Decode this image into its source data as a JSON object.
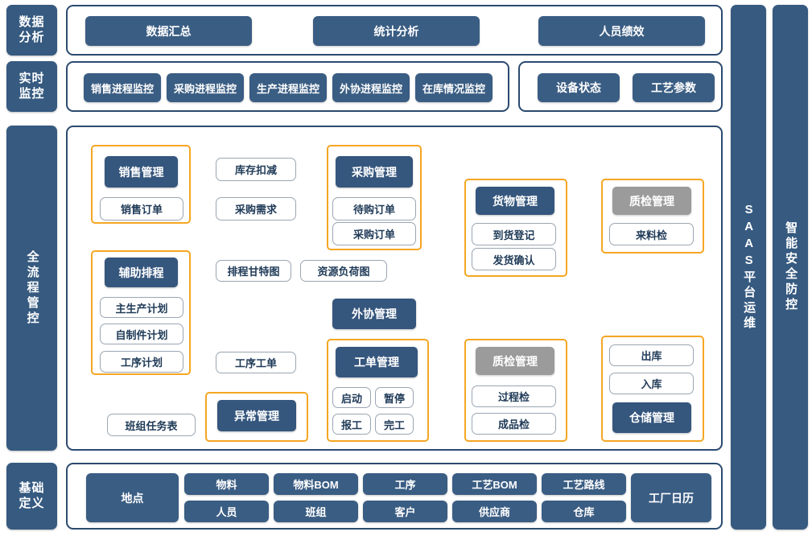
{
  "colors": {
    "navy": "#2b4a6f",
    "chip_blue": "#365a80",
    "node_dark": "#35567d",
    "node_gray": "#9b9b9b",
    "group_orange": "#f5a623",
    "arrow_green": "#1aa67e",
    "white": "#ffffff"
  },
  "bands": {
    "data_analysis": {
      "label": "数据\n分析",
      "label_line1": "数据",
      "label_line2": "分析",
      "items": [
        "数据汇总",
        "统计分析",
        "人员绩效"
      ]
    },
    "realtime_monitor": {
      "label_line1": "实时",
      "label_line2": "监控",
      "group_a": [
        "销售进程监控",
        "采购进程监控",
        "生产进程监控",
        "外协进程监控",
        "在库情况监控"
      ],
      "group_b": [
        "设备状态",
        "工艺参数"
      ]
    },
    "full_process": {
      "label": "全流程管控"
    },
    "basic_definition": {
      "label_line1": "基础",
      "label_line2": "定义",
      "location": "地点",
      "grid_row1": [
        "物料",
        "物料BOM",
        "工序",
        "工艺BOM",
        "工艺路线"
      ],
      "grid_row2": [
        "人员",
        "班组",
        "客户",
        "供应商",
        "仓库"
      ],
      "calendar": "工厂日历"
    }
  },
  "right_rails": [
    {
      "name": "saas",
      "label": "SAAS平台运维"
    },
    {
      "name": "security",
      "label": "智能安全防控"
    }
  ],
  "flow": {
    "sales_group": {
      "header": "销售管理",
      "items": [
        "销售订单"
      ]
    },
    "inventory_deduction": "库存扣减",
    "purchase_demand": "采购需求",
    "purchase_group": {
      "header": "采购管理",
      "items": [
        "待购订单",
        "采购订单"
      ]
    },
    "goods_group": {
      "header": "货物管理",
      "items": [
        "到货登记",
        "发货确认"
      ]
    },
    "qc_incoming_group": {
      "header": "质检管理",
      "items": [
        "来料检"
      ]
    },
    "scheduling_group": {
      "header": "辅助排程",
      "items": [
        "主生产计划",
        "自制件计划",
        "工序计划"
      ]
    },
    "gantt": "排程甘特图",
    "resource_load": "资源负荷图",
    "outsourcing": "外协管理",
    "process_order": "工序工单",
    "team_task_sheet": "班组任务表",
    "exception_group": {
      "header": "异常管理"
    },
    "workorder_group": {
      "header": "工单管理",
      "items": [
        "启动",
        "暂停",
        "报工",
        "完工"
      ]
    },
    "qc_process_group": {
      "header": "质检管理",
      "items": [
        "过程检",
        "成品检"
      ]
    },
    "warehouse_group": {
      "items": [
        "出库",
        "入库"
      ],
      "header": "仓储管理"
    }
  }
}
